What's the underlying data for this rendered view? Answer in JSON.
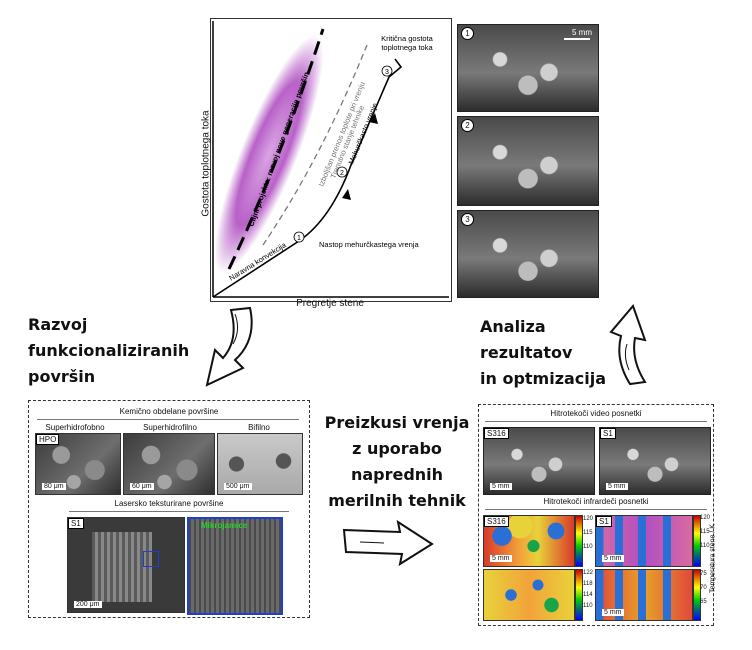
{
  "boiling_curve": {
    "y_axis": "Gostota toplotnega toka",
    "x_axis": "Pregretje stene",
    "critical_label_line1": "Kritična gostota",
    "critical_label_line2": "toplotnega toka",
    "natural_convection": "Naravna konvekcija",
    "onset_label": "Nastop mehurčkastega vrenja",
    "nucleate_label": "Mehurčkasto vrenje",
    "enhanced_line1": "Izboljšan prenos toplote pri vrenju",
    "enhanced_line2": "Trenutno stanje tehnike",
    "target_label": "Ciljni projekta: razvoj nove generacije površin",
    "markers": [
      "1",
      "2",
      "3"
    ]
  },
  "photos": {
    "numbers": [
      "1",
      "2",
      "3"
    ],
    "scale_label": "5 mm"
  },
  "arrows": {
    "left_label": "Razvoj funkcionaliziranih površin",
    "left_lines": [
      "Razvoj",
      "funkcionaliziranih",
      "površin"
    ],
    "right_lines": [
      "Analiza",
      "rezultatov",
      "in optmizacija"
    ],
    "middle_lines": [
      "Preizkusi vrenja",
      "z uporabo",
      "naprednih",
      "merilnih tehnik"
    ]
  },
  "surfaces": {
    "chemical_header": "Kemično obdelane površine",
    "labels": [
      "Superhidrofobno",
      "Superhidrofilno",
      "Bifilno"
    ],
    "hpo_tag": "HPO",
    "scales": [
      "80 μm",
      "60 μm",
      "500 μm"
    ],
    "laser_header": "Lasersko teksturirane površine",
    "s1_tag": "S1",
    "laser_scale": "200 μm",
    "microcavity_label": "Mikrojamice"
  },
  "results": {
    "video_header": "Hitrotekoči video posnetki",
    "ir_header": "Hitrotekoči infrardeči posnetki",
    "s316_tag": "S316",
    "s1_tag": "S1",
    "scale_label": "5 mm",
    "colorbar_title": "Temperatura stene / K",
    "ticks_a": [
      "120",
      "115",
      "110"
    ],
    "ticks_b": [
      "122",
      "118",
      "114",
      "110"
    ],
    "ticks_c": [
      "120",
      "115",
      "110"
    ],
    "ticks_d": [
      "75",
      "70",
      "65"
    ]
  }
}
